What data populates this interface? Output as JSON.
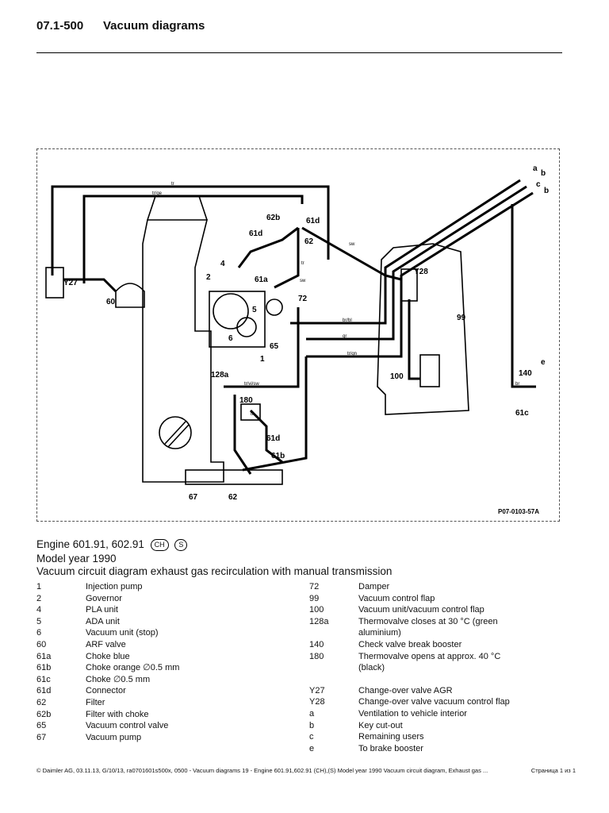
{
  "header": {
    "section": "07.1-500",
    "title": "Vacuum diagrams"
  },
  "diagram": {
    "figure_id": "P07-0103-57A",
    "callouts": [
      "a",
      "b",
      "c",
      "b",
      "Y27",
      "60",
      "2",
      "4",
      "61a",
      "5",
      "6",
      "65",
      "1",
      "62b",
      "61d",
      "61d",
      "62",
      "72",
      "128a",
      "180",
      "61d",
      "61b",
      "67",
      "62",
      "Y28",
      "99",
      "100",
      "140",
      "e",
      "61c"
    ],
    "line_labels": [
      "tr/ge",
      "tr",
      "sw",
      "br/bl",
      "gr",
      "tr/gn",
      "tr/vi/sw",
      "sw",
      "tr",
      "tr",
      "br"
    ]
  },
  "caption": {
    "engine": "Engine 601.91, 602.91",
    "badges": [
      "CH",
      "S"
    ],
    "model_year": "Model year 1990",
    "title": "Vacuum circuit diagram exhaust gas recirculation with manual transmission"
  },
  "legend_left": [
    {
      "k": "1",
      "v": "Injection pump"
    },
    {
      "k": "2",
      "v": "Governor"
    },
    {
      "k": "4",
      "v": "PLA unit"
    },
    {
      "k": "5",
      "v": "ADA unit"
    },
    {
      "k": "6",
      "v": "Vacuum unit (stop)"
    },
    {
      "k": "60",
      "v": "ARF valve"
    },
    {
      "k": "61a",
      "v": "Choke blue"
    },
    {
      "k": "61b",
      "v": "Choke orange  ∅0.5 mm"
    },
    {
      "k": "61c",
      "v": "Choke    ∅0.5 mm"
    },
    {
      "k": "61d",
      "v": "Connector"
    },
    {
      "k": "62",
      "v": "Filter"
    },
    {
      "k": "62b",
      "v": "Filter with choke"
    },
    {
      "k": "65",
      "v": "Vacuum control valve"
    },
    {
      "k": "67",
      "v": "Vacuum pump"
    }
  ],
  "legend_right": [
    {
      "k": "72",
      "v": "Damper"
    },
    {
      "k": "99",
      "v": "Vacuum control flap"
    },
    {
      "k": "100",
      "v": "Vacuum unit/vacuum control flap"
    },
    {
      "k": "128a",
      "v": "Thermovalve closes at 30 °C (green aluminium)"
    },
    {
      "k": "140",
      "v": "Check valve break booster"
    },
    {
      "k": "180",
      "v": "Thermovalve opens at approx. 40 °C (black)"
    },
    {
      "k": "Y27",
      "v": "Change-over valve AGR"
    },
    {
      "k": "Y28",
      "v": "Change-over valve vacuum control flap"
    },
    {
      "k": "a",
      "v": "Ventilation to vehicle interior"
    },
    {
      "k": "b",
      "v": "Key cut-out"
    },
    {
      "k": "c",
      "v": "Remaining users"
    },
    {
      "k": "e",
      "v": "To brake booster"
    }
  ],
  "footer": {
    "left": "© Daimler AG, 03.11.13, G/10/13, ra0701601s500x, 0500 - Vacuum diagrams 19 - Engine 601.91,602.91 (CH),(S) Model year 1990 Vacuum circuit diagram, Exhaust gas ...",
    "right": "Страница 1 из 1"
  }
}
